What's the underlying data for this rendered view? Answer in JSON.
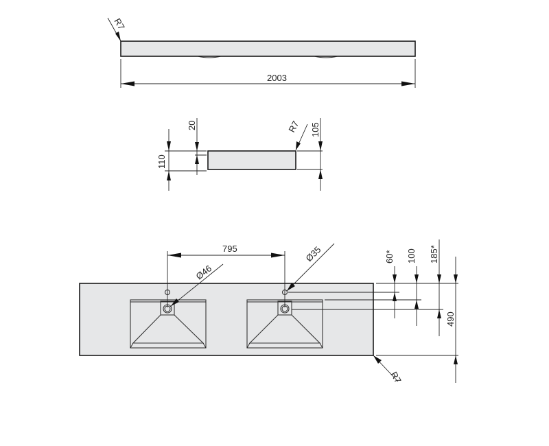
{
  "drawing": {
    "subject": "Double washbasin countertop technical drawing",
    "colors": {
      "fill": "#e6e7e8",
      "line": "#1a1a1a",
      "background": "#ffffff"
    },
    "top_view": {
      "radius_label": "R7",
      "width_label": "2003"
    },
    "side_view": {
      "left_height_label": "110",
      "top_thickness_label": "20",
      "radius_label": "R7",
      "right_height_label": "105"
    },
    "plan_view": {
      "spacing_label": "795",
      "drain_diameter_label": "Ø46",
      "tap_hole_diameter_label": "Ø35",
      "dim_60_label": "60*",
      "dim_100_label": "100",
      "dim_185_label": "185*",
      "depth_label": "490",
      "radius_label": "R7"
    }
  }
}
